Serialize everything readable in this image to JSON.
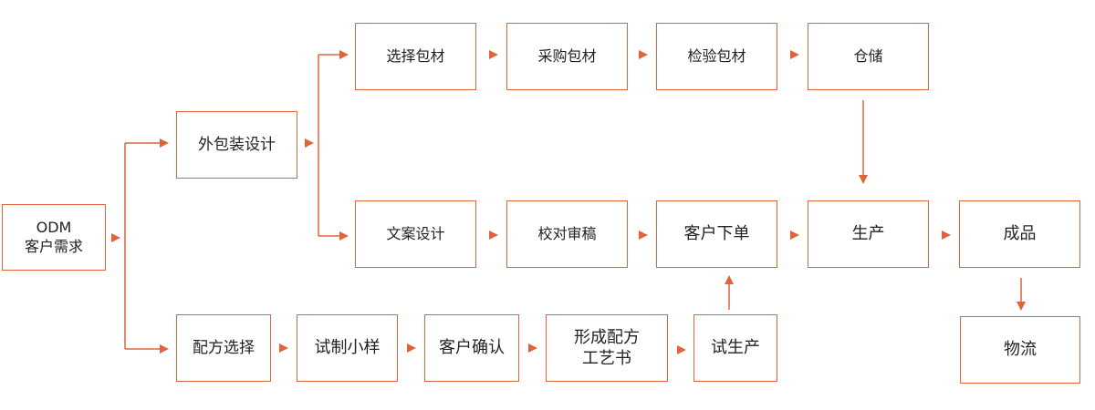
{
  "diagram": {
    "accent_color": "#e0643a",
    "nodes": {
      "odm": {
        "line1": "ODM",
        "line2": "客户需求"
      },
      "outer_pkg": {
        "label": "外包装设计"
      },
      "select_pkg": {
        "label": "选择包材"
      },
      "purchase_pkg": {
        "label": "采购包材"
      },
      "inspect_pkg": {
        "label": "检验包材"
      },
      "storage": {
        "label": "仓储"
      },
      "copywriting": {
        "label": "文案设计"
      },
      "proofread": {
        "label": "校对审稿"
      },
      "customer_order": {
        "label": "客户下单"
      },
      "production": {
        "label": "生产"
      },
      "finished": {
        "label": "成品"
      },
      "logistics": {
        "label": "物流"
      },
      "formula_select": {
        "label": "配方选择"
      },
      "trial_sample": {
        "label": "试制小样"
      },
      "customer_confirm": {
        "label": "客户确认"
      },
      "formula_doc": {
        "line1": "形成配方",
        "line2": "工艺书"
      },
      "trial_production": {
        "label": "试生产"
      }
    },
    "edges": [
      [
        "odm",
        "outer_pkg"
      ],
      [
        "odm",
        "formula_select"
      ],
      [
        "outer_pkg",
        "select_pkg"
      ],
      [
        "outer_pkg",
        "copywriting"
      ],
      [
        "select_pkg",
        "purchase_pkg"
      ],
      [
        "purchase_pkg",
        "inspect_pkg"
      ],
      [
        "inspect_pkg",
        "storage"
      ],
      [
        "storage",
        "production"
      ],
      [
        "copywriting",
        "proofread"
      ],
      [
        "proofread",
        "customer_order"
      ],
      [
        "customer_order",
        "production"
      ],
      [
        "production",
        "finished"
      ],
      [
        "finished",
        "logistics"
      ],
      [
        "formula_select",
        "trial_sample"
      ],
      [
        "trial_sample",
        "customer_confirm"
      ],
      [
        "customer_confirm",
        "formula_doc"
      ],
      [
        "formula_doc",
        "trial_production"
      ],
      [
        "trial_production",
        "customer_order"
      ]
    ]
  }
}
